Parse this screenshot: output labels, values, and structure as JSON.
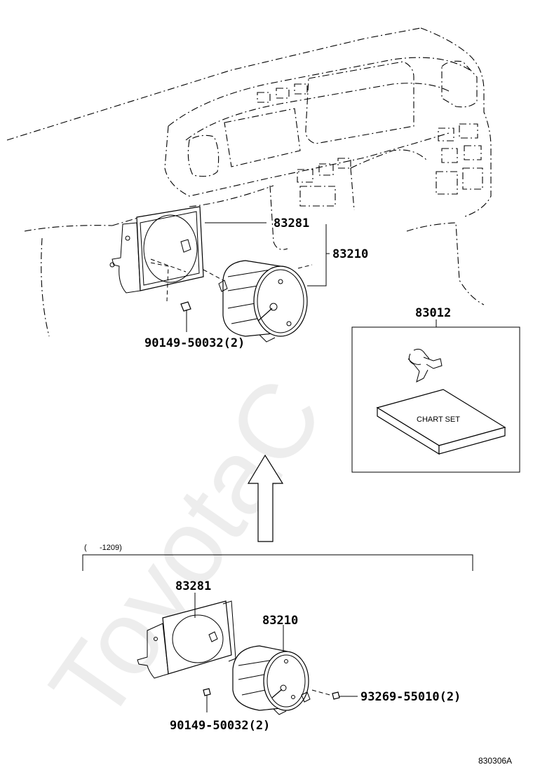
{
  "diagram": {
    "parts_upper": {
      "bezel_part": "83281",
      "clock_assembly_part": "83210",
      "screw_part": "90149-50032(2)"
    },
    "kit": {
      "part": "83012",
      "chart_label": "CHART SET"
    },
    "range_label": "(      -1209)",
    "parts_lower": {
      "bezel_part": "83281",
      "clock_assembly_part": "83210",
      "bulb_part": "93269-55010(2)",
      "screw_part": "90149-50032(2)"
    },
    "figure_code": "830306A",
    "watermark": "ToyotaC"
  }
}
